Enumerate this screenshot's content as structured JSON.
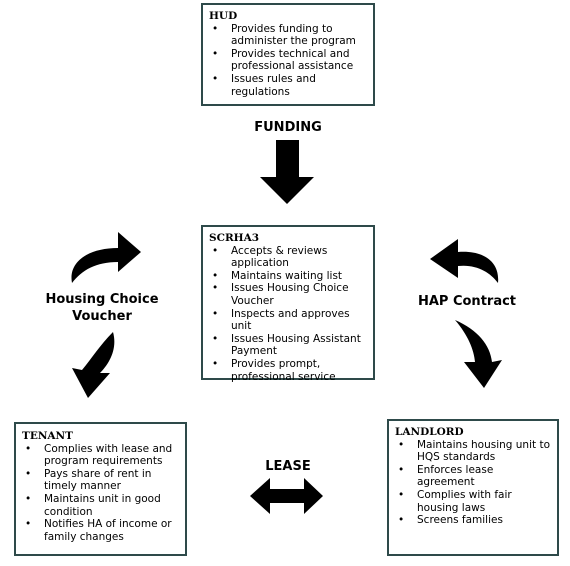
{
  "hud": {
    "title": "HUD",
    "items": [
      "Provides funding to administer the program",
      "Provides technical and professional assistance",
      "Issues rules and regulations"
    ]
  },
  "scrha": {
    "title": "SCRHA3",
    "items": [
      "Accepts & reviews application",
      "Maintains waiting list",
      "Issues Housing Choice Voucher",
      "Inspects and approves unit",
      "Issues Housing Assistant Payment",
      "Provides prompt, professional service"
    ]
  },
  "tenant": {
    "title": "TENANT",
    "items": [
      "Complies with lease and program requirements",
      "Pays share of rent in timely manner",
      "Maintains unit in good condition",
      "Notifies HA of income or family changes"
    ]
  },
  "landlord": {
    "title": "LANDLORD",
    "items": [
      "Maintains housing unit to HQS standards",
      "Enforces lease agreement",
      "Complies with fair housing laws",
      "Screens families"
    ]
  },
  "labels": {
    "funding": "FUNDING",
    "voucher_line1": "Housing Choice",
    "voucher_line2": "Voucher",
    "hap": "HAP Contract",
    "lease": "LEASE"
  }
}
